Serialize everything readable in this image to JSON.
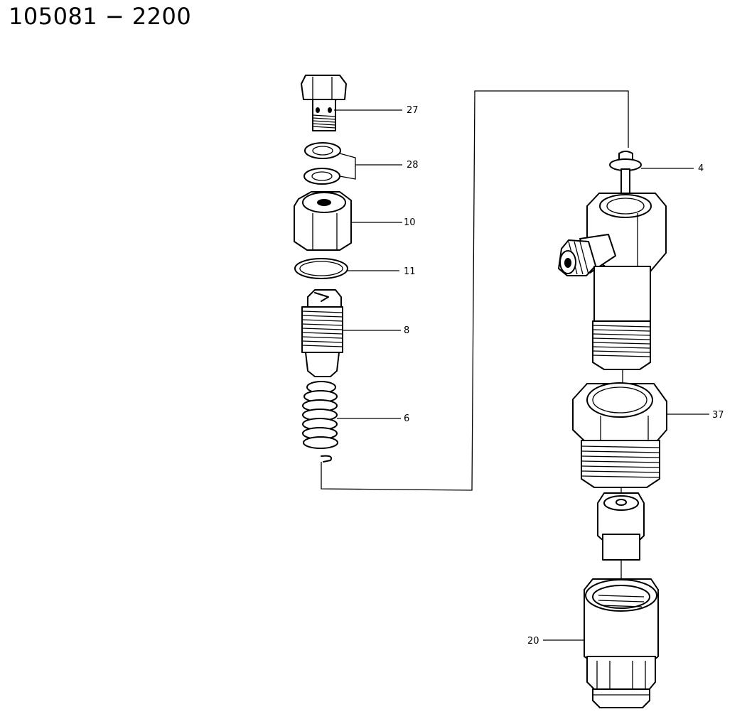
{
  "header": {
    "part_number": "105081 − 2200"
  },
  "callouts": [
    {
      "id": "callout-27",
      "label": "27"
    },
    {
      "id": "callout-28",
      "label": "28"
    },
    {
      "id": "callout-10",
      "label": "10"
    },
    {
      "id": "callout-11",
      "label": "11"
    },
    {
      "id": "callout-8",
      "label": "8"
    },
    {
      "id": "callout-6",
      "label": "6"
    },
    {
      "id": "callout-4",
      "label": "4"
    },
    {
      "id": "callout-37",
      "label": "37"
    },
    {
      "id": "callout-20",
      "label": "20"
    }
  ],
  "colors": {
    "ink": "#000000",
    "paper": "#ffffff"
  }
}
